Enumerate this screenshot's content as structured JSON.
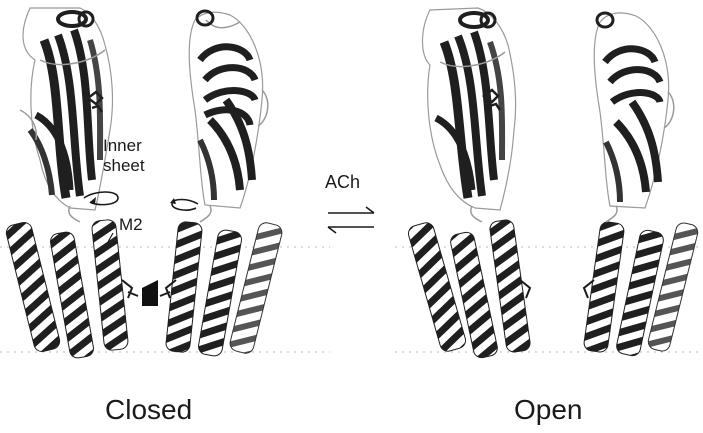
{
  "labels": {
    "inner_sheet_line1": "Inner",
    "inner_sheet_line2": "sheet",
    "m2": "M2",
    "ligand": "ACh",
    "equilibrium_symbol": "⇌",
    "state_closed": "Closed",
    "state_open": "Open"
  },
  "structure": {
    "states": [
      "Closed",
      "Open"
    ],
    "subunits_per_state": 2,
    "domains": [
      "extracellular beta-sandwich",
      "transmembrane alpha-helices"
    ]
  },
  "colors": {
    "ink": "#1a1a1a",
    "ribbon_dark": "#222222",
    "ribbon_mid": "#6b6b6b",
    "loop": "#9a9a9a",
    "background": "#ffffff"
  }
}
